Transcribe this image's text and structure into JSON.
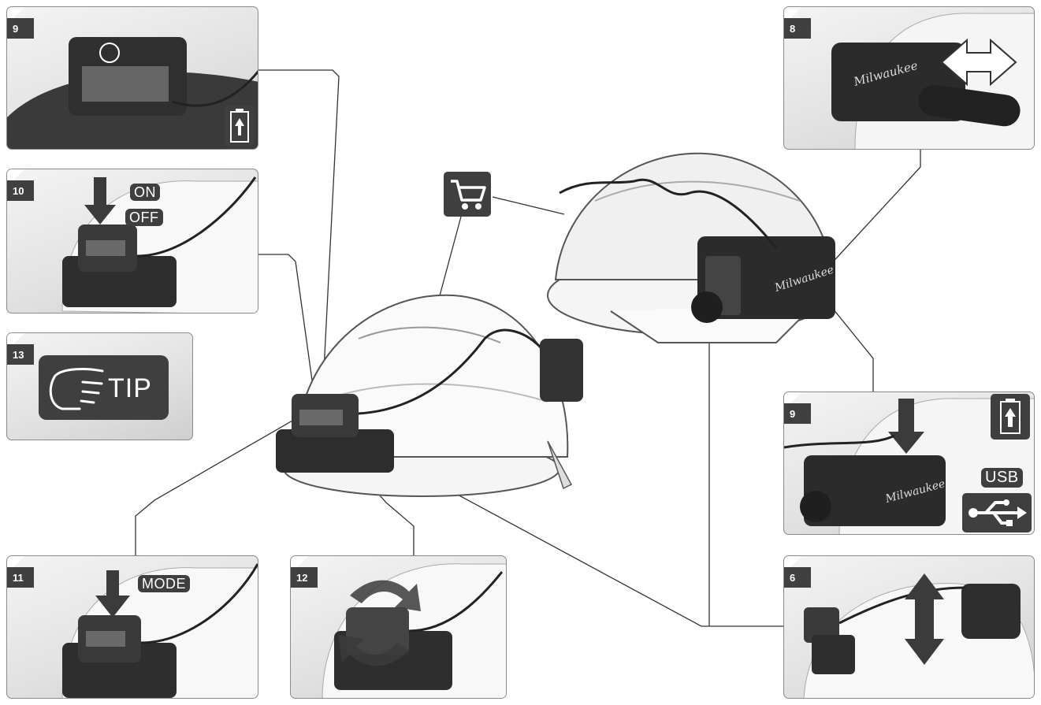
{
  "panels": {
    "p9a": {
      "number": "9"
    },
    "p10": {
      "number": "10",
      "on_label": "ON",
      "off_label": "OFF"
    },
    "p13": {
      "number": "13",
      "tip_label": "TIP"
    },
    "p11": {
      "number": "11",
      "mode_label": "MODE"
    },
    "p12": {
      "number": "12"
    },
    "p8": {
      "number": "8",
      "brand": "Milwaukee"
    },
    "p9b": {
      "number": "9",
      "usb_label": "USB",
      "brand": "Milwaukee"
    },
    "p6": {
      "number": "6"
    }
  },
  "center": {
    "brand": "Milwaukee"
  },
  "icons": {
    "cart": "shopping-cart-icon",
    "battery": "battery-charge-icon",
    "usb": "usb-icon",
    "tip": "hand-pointing-icon"
  },
  "colors": {
    "dark": "#3f3f3f",
    "panel_border": "#8a8a8a",
    "line": "#333333"
  }
}
